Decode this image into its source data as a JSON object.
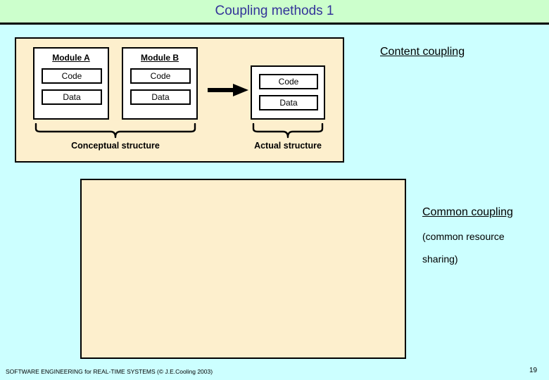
{
  "slide": {
    "title": "Coupling methods 1",
    "page_number": "19",
    "footer": "SOFTWARE ENGINEERING for REAL-TIME SYSTEMS (© J.E.Cooling 2003)",
    "header_bg": "#ccffcc",
    "body_bg": "#ccffff",
    "panel_bg": "#fdefcd",
    "title_color": "#333399"
  },
  "diagram": {
    "modules": [
      {
        "title": "Module A",
        "code_label": "Code",
        "data_label": "Data"
      },
      {
        "title": "Module B",
        "code_label": "Code",
        "data_label": "Data"
      }
    ],
    "actual_module": {
      "code_label": "Code",
      "data_label": "Data"
    },
    "arrow_icon": "right-arrow-icon",
    "captions": {
      "conceptual": "Conceptual structure",
      "actual": "Actual structure"
    }
  },
  "annotations": {
    "content_coupling": "Content coupling",
    "common_coupling": "Common coupling",
    "common_coupling_note_line1": "(common resource",
    "common_coupling_note_line2": "sharing)"
  },
  "lower_panel": {
    "content": ""
  }
}
